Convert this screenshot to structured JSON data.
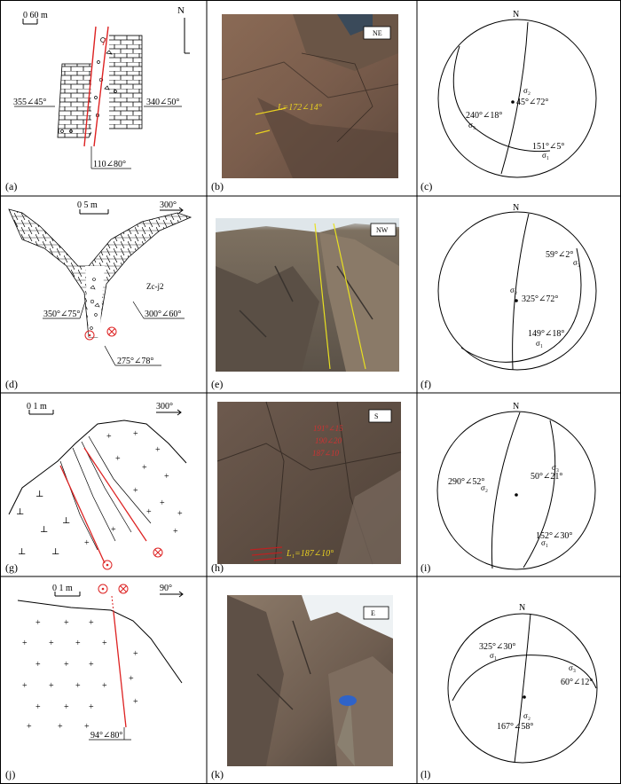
{
  "panels": {
    "a": {
      "label": "(a)",
      "scale": "0  60 m",
      "north": "N",
      "left_att": "355∠45°",
      "right_att": "340∠50°",
      "bottom_att": "110∠80°"
    },
    "b": {
      "label": "(b)",
      "dir": "NE",
      "note": "L=172∠14°"
    },
    "c": {
      "label": "(c)",
      "north": "N",
      "s2_label": "σ₂",
      "s2_att": "45°∠72°",
      "s3_att": "240°∠18°",
      "s3_label": "σ₃",
      "s1_att": "151°∠5°",
      "s1_label": "σ₁"
    },
    "d": {
      "label": "(d)",
      "scale": "0    5 m",
      "dir": "300°",
      "unit": "Zc-j2",
      "left_att": "350°∠75°",
      "right_att": "300°∠60°",
      "bottom_att": "275°∠78°"
    },
    "e": {
      "label": "(e)",
      "dir": "NW"
    },
    "f": {
      "label": "(f)",
      "north": "N",
      "s3_att": "59°∠2°",
      "s3_label": "σ₃",
      "s2_label": "σ₂",
      "s2_att": "325°∠72°",
      "s1_att": "149°∠18°",
      "s1_label": "σ₁"
    },
    "g": {
      "label": "(g)",
      "scale": "0   1 m",
      "dir": "300°"
    },
    "h": {
      "label": "(h)",
      "dir": "S",
      "note": "L₁=187∠10°",
      "hand1": "191°∠15",
      "hand2": "190∠20",
      "hand3": "187∠10"
    },
    "i": {
      "label": "(i)",
      "north": "N",
      "s2_att": "290°∠52°",
      "s2_label": "σ₂",
      "s3_label": "σ₃",
      "s3_att": "50°∠21°",
      "s1_att": "152°∠30°",
      "s1_label": "σ₁"
    },
    "j": {
      "label": "(j)",
      "scale": "0   1 m",
      "dir": "90°",
      "bottom_att": "94°∠80°"
    },
    "k": {
      "label": "(k)",
      "dir": "E"
    },
    "l": {
      "label": "(l)",
      "north": "N",
      "s1_att": "325°∠30°",
      "s1_label": "σ₁",
      "s3_label": "σ₃",
      "s3_att": "60°∠12°",
      "s2_label": "σ₂",
      "s2_att": "167°∠58°"
    }
  }
}
